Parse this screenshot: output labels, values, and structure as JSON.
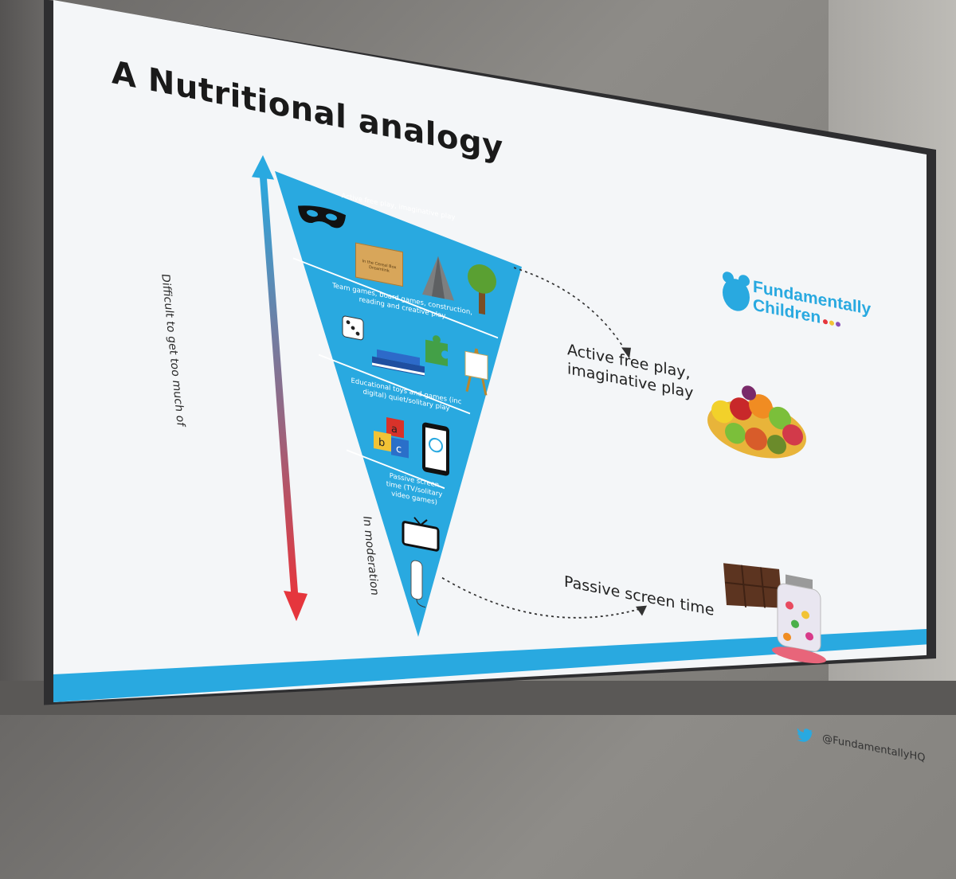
{
  "slide": {
    "title": "A Nutritional analogy",
    "pyramid": {
      "levels": [
        {
          "label": "Active free play, imaginative play"
        },
        {
          "label": "Team games, board games, construction, reading and creative play"
        },
        {
          "label": "Educational toys and games (inc digital) quiet/solitary play"
        },
        {
          "label": "Passive screen time (TV/solitary video games)"
        }
      ],
      "box_text": "In the Cereal Box Dreamlink",
      "blocks": [
        "a",
        "b",
        "c"
      ]
    },
    "axis": {
      "top_label": "Difficult to get too much of",
      "bottom_label": "In moderation"
    },
    "captions": {
      "top": "Active free play, imaginative play",
      "bottom": "Passive screen time"
    },
    "logo": {
      "line1": "Fundamentally",
      "line2": "Children"
    },
    "twitter_handle": "@FundamentallyHQ"
  },
  "colors": {
    "pyramid_blue": "#29a9e0",
    "arrow_top": "#29a9e0",
    "arrow_bottom": "#e5363d",
    "brand": "#29a9e0"
  },
  "icons": [
    "mask-icon",
    "box-icon",
    "tent-icon",
    "tree-icon",
    "dice-icon",
    "books-icon",
    "puzzle-icon",
    "easel-icon",
    "blocks-icon",
    "tablet-icon",
    "tv-icon",
    "remote-icon",
    "fruit-icon",
    "chocolate-icon",
    "sweets-jar-icon",
    "twitter-icon"
  ]
}
